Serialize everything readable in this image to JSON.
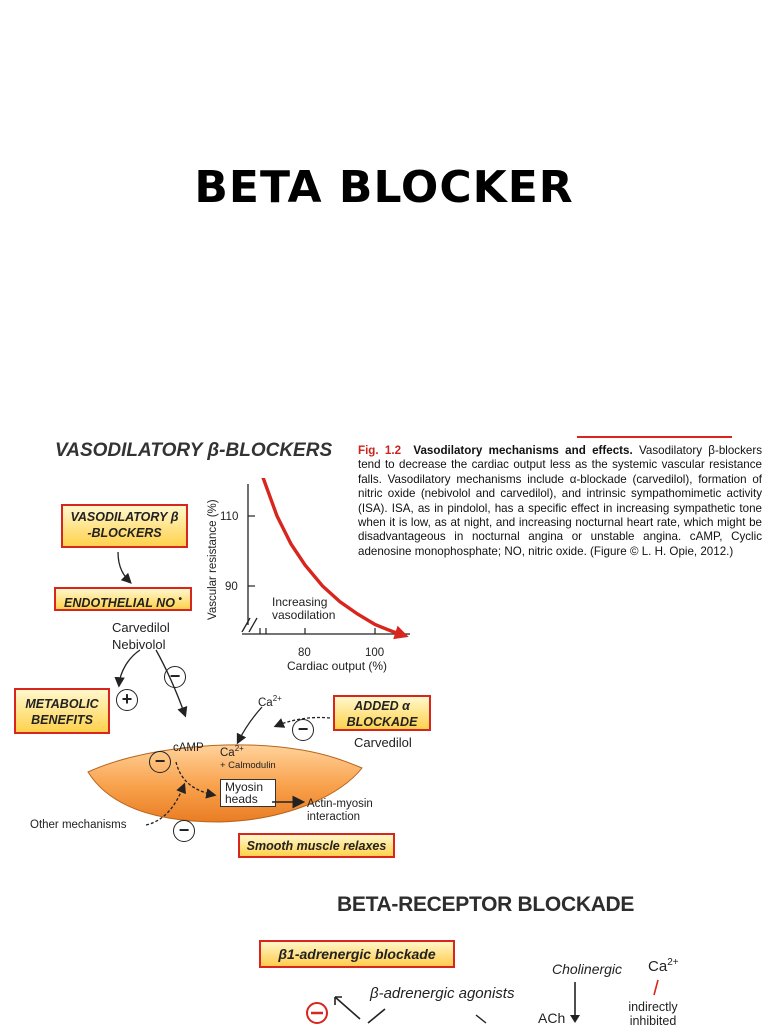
{
  "slide": {
    "title": "BETA BLOCKER"
  },
  "figure1": {
    "heading": "VASODILATORY β-BLOCKERS",
    "box_vasodilatory": "VASODILATORY β -BLOCKERS",
    "box_endothelial": "ENDOTHELIAL NO",
    "no_dot": "•",
    "carvedilol_nebivolol_1": "Carvedilol",
    "carvedilol_nebivolol_2": "Nebivolol",
    "box_metabolic": "METABOLIC BENEFITS",
    "plus": "+",
    "minus": "−",
    "box_alpha": "ADDED α BLOCKADE",
    "carvedilol": "Carvedilol",
    "ca": "Ca",
    "ca_sup": "2+",
    "camp": "cAMP",
    "calmodulin": "+ Calmodulin",
    "myosin": "Myosin heads",
    "actin": "Actin-myosin interaction",
    "other": "Other mechanisms",
    "box_smooth": "Smooth muscle relaxes"
  },
  "plot": {
    "ylabel": "Vascular resistance (%)",
    "xlabel": "Cardiac output (%)",
    "annotation": "Increasing vasodilation",
    "accent": "#d7261e"
  },
  "chart_data": {
    "type": "line",
    "ylabel": "Vascular resistance (%)",
    "xlabel": "Cardiac output (%)",
    "x_ticks": [
      "80",
      "100"
    ],
    "y_ticks": [
      "90",
      "110"
    ],
    "series": [
      {
        "x": [
          68,
          72,
          76,
          80,
          85,
          90,
          95,
          100,
          105,
          108
        ],
        "y": [
          121,
          110,
          102,
          96,
          90,
          85.5,
          82,
          79,
          77,
          76
        ]
      }
    ]
  },
  "caption": {
    "fig": "Fig. 1.2",
    "title": "Vasodilatory mechanisms and effects.",
    "text": "Vasodilatory β-blockers tend to decrease the cardiac output less as the systemic vascular resistance falls. Vasodilatory mechanisms include α-blockade (carvedilol), formation of nitric oxide (nebivolol and carvedilol), and intrinsic sympathomimetic activity (ISA). ISA, as in pindolol, has a specific effect in increasing sympathetic tone when it is low, as at night, and increasing nocturnal heart rate, which might be disadvantageous in nocturnal angina or unstable angina. cAMP, Cyclic adenosine monophosphate; NO, nitric oxide. (Figure © L. H. Opie, 2012.)"
  },
  "figure2": {
    "heading": "BETA-RECEPTOR BLOCKADE",
    "box_b1": "β1-adrenergic blockade",
    "agonists": "β-adrenergic agonists",
    "cholinergic": "Cholinergic",
    "ca": "Ca",
    "ca_sup": "2+",
    "indirect": "indirectly inhibited",
    "ach": "ACh"
  }
}
